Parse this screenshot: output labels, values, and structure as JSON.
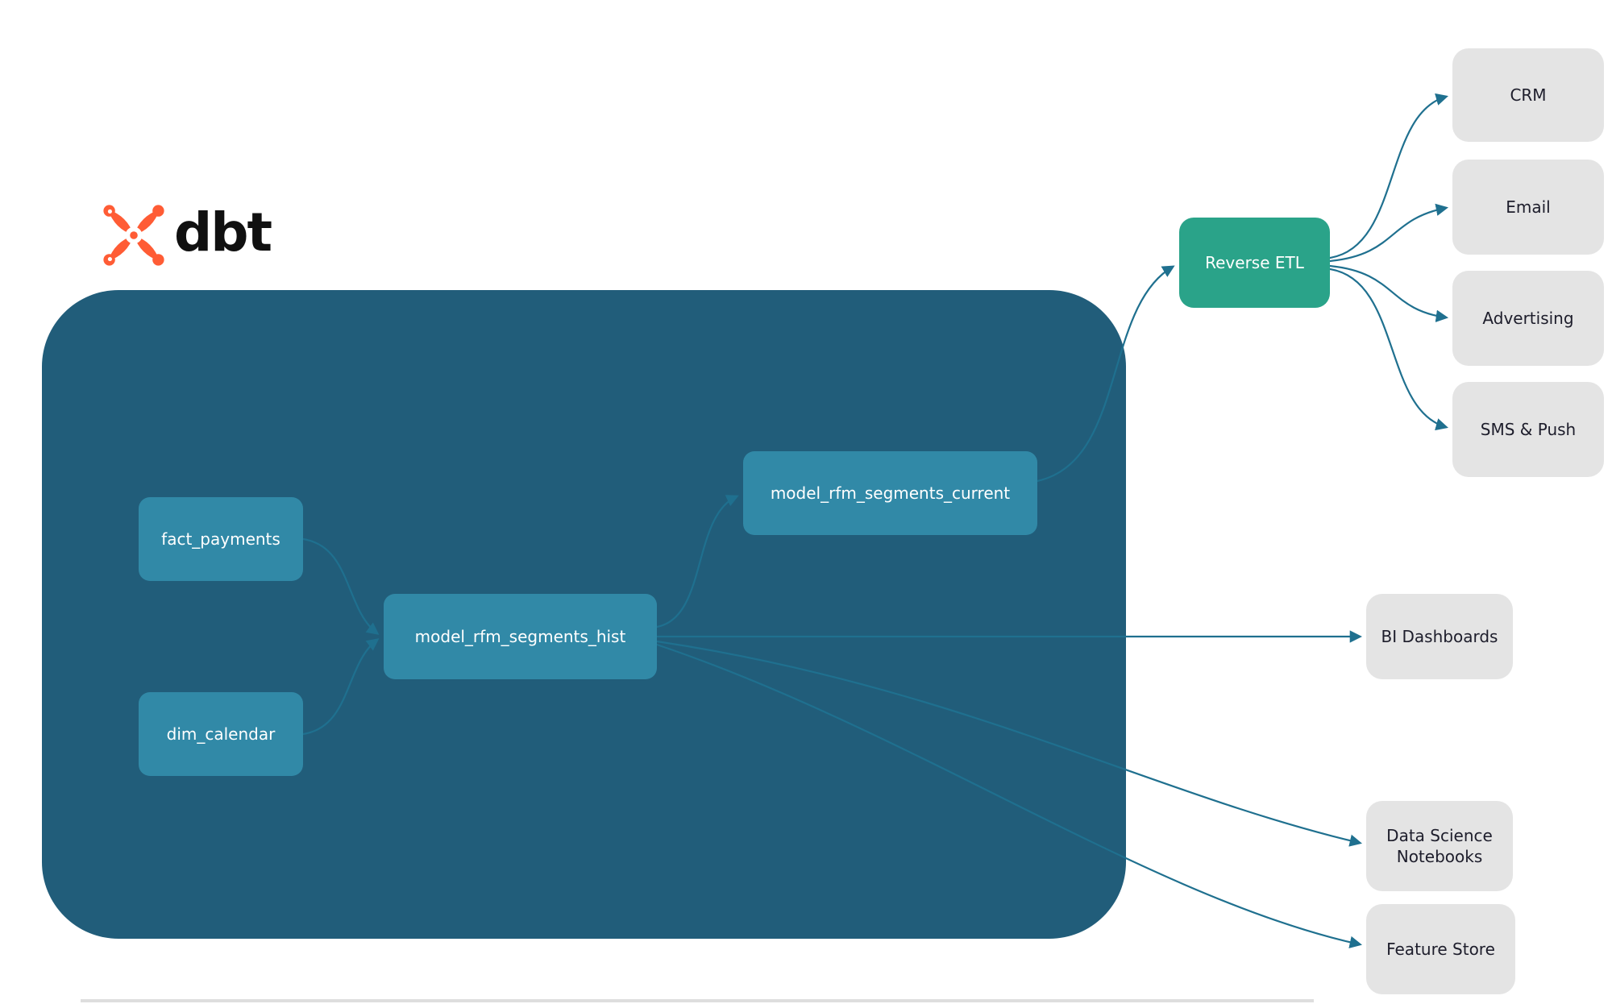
{
  "logo": {
    "brand": "dbt"
  },
  "colors": {
    "dbt_container": "#215d7a",
    "dbt_node": "#3189a7",
    "sync_node": "#2aa389",
    "destination_node": "#e4e4e4",
    "destination_text": "#1d1d2b",
    "edge": "#1f708f",
    "logo_orange": "#ff5c35",
    "node_text": "#ffffff"
  },
  "diagram": {
    "dbt_nodes": [
      {
        "id": "fact_payments",
        "label": "fact_payments"
      },
      {
        "id": "dim_calendar",
        "label": "dim_calendar"
      },
      {
        "id": "model_rfm_segments_hist",
        "label": "model_rfm_segments_hist"
      },
      {
        "id": "model_rfm_segments_current",
        "label": "model_rfm_segments_current"
      }
    ],
    "sync_node": {
      "id": "reverse_etl",
      "label": "Reverse ETL"
    },
    "destination_nodes": [
      {
        "id": "crm",
        "label": "CRM"
      },
      {
        "id": "email",
        "label": "Email"
      },
      {
        "id": "advertising",
        "label": "Advertising"
      },
      {
        "id": "sms_push",
        "label": "SMS & Push"
      }
    ],
    "consumer_nodes": [
      {
        "id": "bi_dashboards",
        "label": "BI Dashboards"
      },
      {
        "id": "data_science_notebooks",
        "label": "Data Science Notebooks"
      },
      {
        "id": "feature_store",
        "label": "Feature Store"
      }
    ],
    "edges": [
      {
        "from": "fact_payments",
        "to": "model_rfm_segments_hist"
      },
      {
        "from": "dim_calendar",
        "to": "model_rfm_segments_hist"
      },
      {
        "from": "model_rfm_segments_hist",
        "to": "model_rfm_segments_current"
      },
      {
        "from": "model_rfm_segments_current",
        "to": "reverse_etl"
      },
      {
        "from": "reverse_etl",
        "to": "crm"
      },
      {
        "from": "reverse_etl",
        "to": "email"
      },
      {
        "from": "reverse_etl",
        "to": "advertising"
      },
      {
        "from": "reverse_etl",
        "to": "sms_push"
      },
      {
        "from": "model_rfm_segments_hist",
        "to": "bi_dashboards"
      },
      {
        "from": "model_rfm_segments_hist",
        "to": "data_science_notebooks"
      },
      {
        "from": "model_rfm_segments_hist",
        "to": "feature_store"
      }
    ]
  }
}
